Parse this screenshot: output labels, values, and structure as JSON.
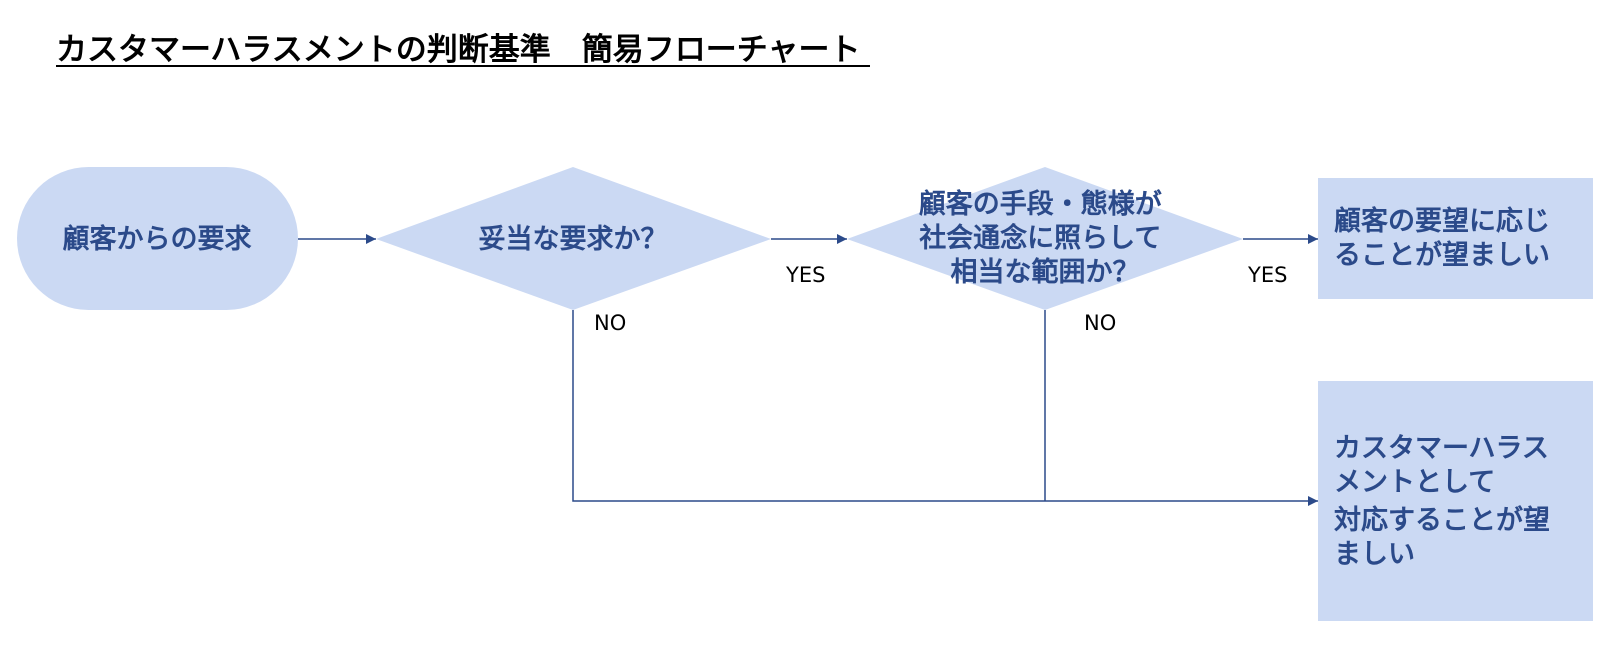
{
  "title": "カスタマーハラスメントの判断基準　簡易フローチャート",
  "colors": {
    "node_fill": "#cbd9f3",
    "node_text": "#2b4a8a",
    "edge": "#2b4a8a",
    "label": "#000000"
  },
  "nodes": {
    "start": {
      "lines": [
        "顧客からの要求"
      ]
    },
    "decision1": {
      "lines": [
        "妥当な要求か？"
      ]
    },
    "decision2": {
      "lines": [
        "顧客の手段・態様が",
        "社会通念に照らして",
        "相当な範囲か？"
      ]
    },
    "outcome_accept": {
      "lines": [
        "顧客の要望に応じ",
        "ることが望ましい"
      ]
    },
    "outcome_harassment": {
      "lines": [
        "カスタマーハラス",
        "メントとして",
        "対応することが望",
        "ましい"
      ]
    }
  },
  "edges": {
    "yes1": "YES",
    "no1": "NO",
    "yes2": "YES",
    "no2": "NO"
  }
}
